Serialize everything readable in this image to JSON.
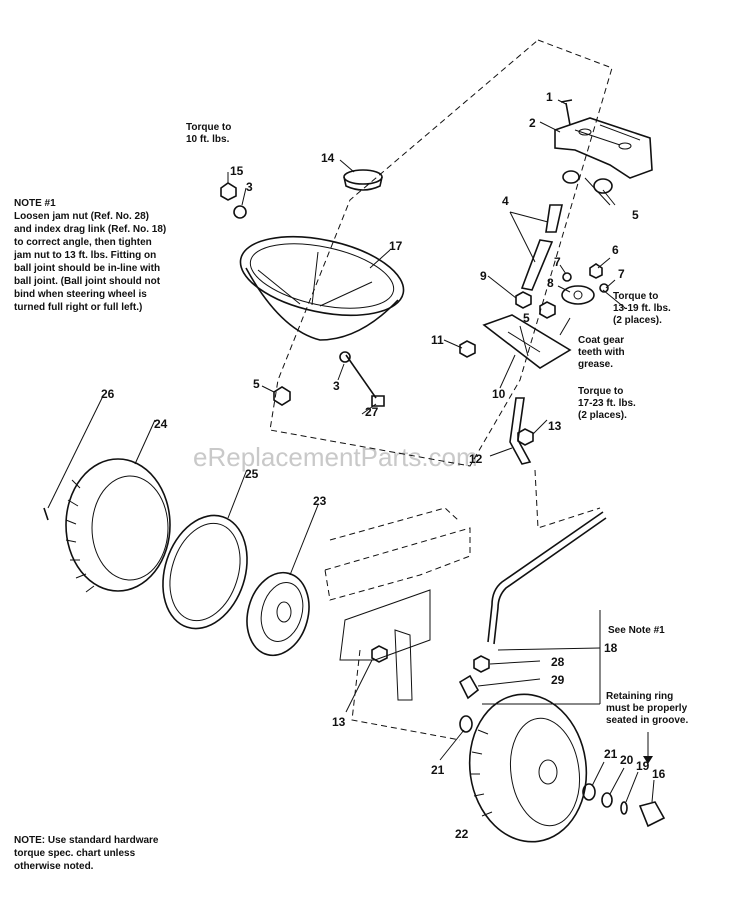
{
  "notes": {
    "note1_title": "NOTE #1",
    "note1_body": "Loosen jam nut (Ref. No. 28)\nand index drag link (Ref. No. 18)\nto correct angle, then tighten\njam nut to 13 ft. lbs. Fitting on\nball joint should be in-line with\nball joint. (Ball joint should not\nbind when steering wheel is\nturned full right or full left.)",
    "bottom_note": "NOTE: Use standard hardware\ntorque spec. chart unless\notherwise noted."
  },
  "annotations": {
    "torque_wheel": "Torque to\n10 ft. lbs.",
    "torque_13_19": "Torque to\n13-19 ft. lbs.\n(2 places).",
    "coat_gear": "Coat gear\nteeth with\ngrease.",
    "torque_17_23": "Torque to\n17-23 ft. lbs.\n(2 places).",
    "see_note": "See Note #1",
    "retaining_ring": "Retaining ring\nmust be properly\nseated in groove."
  },
  "watermark": "eReplacementParts.com",
  "callouts": {
    "c1": "1",
    "c2": "2",
    "c3a": "3",
    "c3b": "3",
    "c4": "4",
    "c5a": "5",
    "c5b": "5",
    "c5c": "5",
    "c6": "6",
    "c7a": "7",
    "c7b": "7",
    "c8": "8",
    "c9": "9",
    "c10": "10",
    "c11": "11",
    "c12": "12",
    "c13a": "13",
    "c13b": "13",
    "c14": "14",
    "c15": "15",
    "c16": "16",
    "c17": "17",
    "c18": "18",
    "c19": "19",
    "c20": "20",
    "c21a": "21",
    "c21b": "21",
    "c22": "22",
    "c23": "23",
    "c24": "24",
    "c25": "25",
    "c26": "26",
    "c27": "27",
    "c28": "28",
    "c29": "29"
  }
}
